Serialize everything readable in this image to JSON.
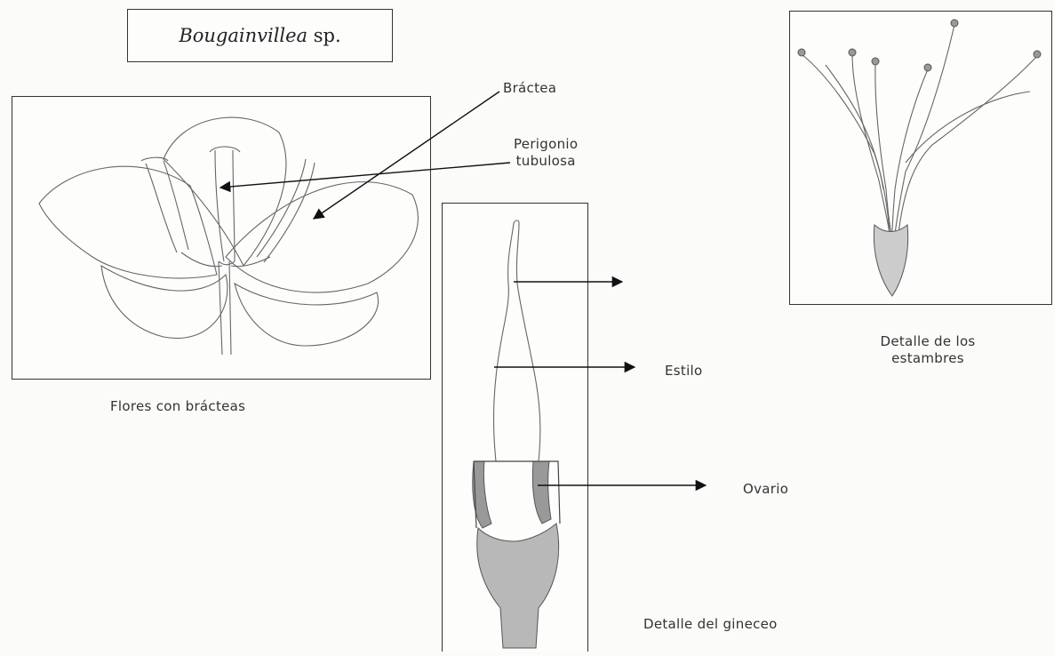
{
  "title": {
    "genus": "Bougainvillea",
    "suffix": "sp."
  },
  "labels": {
    "bractea": "Bráctea",
    "perigonio_line1": "Perigonio",
    "perigonio_line2": "tubulosa",
    "estilo": "Estilo",
    "ovario": "Ovario"
  },
  "captions": {
    "flores": "Flores con brácteas",
    "estambres_line1": "Detalle de los",
    "estambres_line2": "estambres",
    "gineceo": "Detalle del gineceo"
  }
}
